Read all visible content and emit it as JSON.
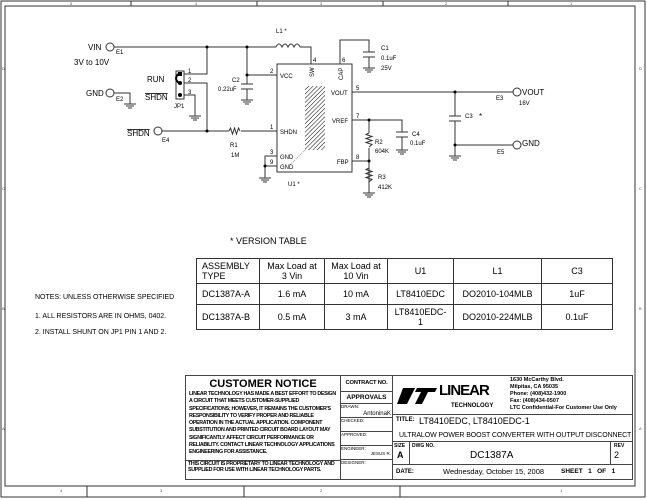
{
  "zones": {
    "top": [
      "5",
      "4",
      "3",
      "2",
      "1"
    ],
    "bottom": [
      "4",
      "3",
      "2",
      "1"
    ],
    "left": [
      "D",
      "C",
      "B",
      "A"
    ],
    "right": [
      "D",
      "C",
      "B",
      "A"
    ]
  },
  "schematic": {
    "vin": {
      "label": "VIN",
      "ref": "E1",
      "range": "3V to 10V"
    },
    "gnd_in": {
      "label": "GND",
      "ref": "E2"
    },
    "shdn_in": {
      "label": "SHDN",
      "ref": "E4"
    },
    "jp1": {
      "ref": "JP1",
      "run": "RUN",
      "shdn": "SHDN",
      "pins": [
        "1",
        "2",
        "3"
      ]
    },
    "l1": {
      "ref": "L1 *"
    },
    "c1": {
      "ref": "C1",
      "value": "0.1uF",
      "voltage": "25V"
    },
    "c2": {
      "ref": "C2",
      "value": "0.22uF"
    },
    "c3": {
      "ref": "C3",
      "star": "*"
    },
    "c4": {
      "ref": "C4",
      "value": "0.1uF"
    },
    "r1": {
      "ref": "R1",
      "value": "1M"
    },
    "r2": {
      "ref": "R2",
      "value": "604K"
    },
    "r3": {
      "ref": "R3",
      "value": "412K"
    },
    "u1": {
      "ref": "U1 *",
      "pins": {
        "vcc": "VCC",
        "sw": "SW",
        "cap": "CAP",
        "vout": "VOUT",
        "vref": "VREF",
        "shdn": "SHDN",
        "gnd": "GND",
        "fbp": "FBP"
      },
      "pin_numbers": {
        "vcc": "2",
        "sw": "4",
        "cap": "6",
        "vout": "5",
        "vref": "7",
        "shdn": "1",
        "gnd1": "3",
        "gnd2": "9",
        "fbp": "8"
      }
    },
    "vout": {
      "label": "VOUT",
      "ref": "E3",
      "value": "16V"
    },
    "gnd_out": {
      "label": "GND",
      "ref": "E5"
    }
  },
  "version_table": {
    "title": "*  VERSION TABLE",
    "headers": [
      "ASSEMBLY TYPE",
      "Max Load at 3 Vin",
      "Max Load at 10 Vin",
      "U1",
      "L1",
      "C3"
    ],
    "rows": [
      [
        "DC1387A-A",
        "1.6 mA",
        "10 mA",
        "LT8410EDC",
        "DO2010-104MLB",
        "1uF"
      ],
      [
        "DC1387A-B",
        "0.5 mA",
        "3 mA",
        "LT8410EDC-1",
        "DO2010-224MLB",
        "0.1uF"
      ]
    ]
  },
  "notes": [
    "NOTES:  UNLESS OTHERWISE SPECIFIED",
    "1.  ALL RESISTORS ARE IN OHMS, 0402.",
    "2.  INSTALL SHUNT ON JP1 PIN 1 AND 2."
  ],
  "title_block": {
    "notice_title": "CUSTOMER NOTICE",
    "notice_text": "LINEAR TECHNOLOGY HAS MADE A BEST EFFORT TO DESIGN A CIRCUIT THAT MEETS CUSTOMER-SUPPLIED SPECIFICATIONS; HOWEVER, IT REMAINS THE CUSTOMER'S RESPONSIBILITY TO VERIFY PROPER AND RELIABLE OPERATION IN THE ACTUAL APPLICATION.  COMPONENT SUBSTITUTION AND PRINTED CIRCUIT BOARD LAYOUT MAY SIGNIFICANTLY AFFECT CIRCUIT PERFORMANCE OR RELIABILITY.  CONTACT LINEAR TECHNOLOGY APPLICATIONS ENGINEERING FOR ASSISTANCE.",
    "proprietary": "THIS CIRCUIT IS PROPRIETARY TO LINEAR TECHNOLOGY AND SUPPLIED FOR USE WITH LINEAR TECHNOLOGY PARTS.",
    "contract": "CONTRACT NO.",
    "approvals": "APPROVALS",
    "drawn_label": "DRAWN:",
    "drawn": "AntoninaK",
    "checked": "CHECKED:",
    "approved": "APPROVED:",
    "engineer_label": "ENGINEER:",
    "engineer": "JESUS R.",
    "designer": "DESIGNER:",
    "logo": "LINEAR TECHNOLOGY",
    "address": [
      "1630 McCarthy Blvd.",
      "Milpitas, CA 95035",
      "Phone: (408)432-1900",
      "Fax: (408)434-0507",
      "LTC Confidential-For Customer Use Only"
    ],
    "title_label": "TITLE:",
    "title": "LT8410EDC, LT8410EDC-1",
    "subtitle": "ULTRALOW POWER BOOST CONVERTER WITH OUTPUT DISCONNECT",
    "size_label": "SIZE",
    "size": "A",
    "dwg_label": "DWG NO.",
    "dwg": "DC1387A",
    "rev_label": "REV",
    "rev": "2",
    "date_label": "DATE:",
    "date": "Wednesday, October 15, 2008",
    "sheet": "SHEET   1   OF   1"
  }
}
